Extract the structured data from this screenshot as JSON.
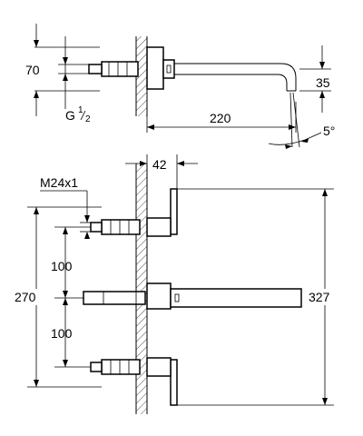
{
  "top_view": {
    "dim_height": "70",
    "dim_thread_prefix": "G",
    "dim_thread_num": "1",
    "dim_thread_den": "2",
    "dim_projection": "220",
    "dim_spout_height": "35",
    "dim_angle": "5°"
  },
  "front_view": {
    "dim_depth": "42",
    "dim_thread": "M24x1",
    "dim_upper_spacing": "100",
    "dim_lower_spacing": "100",
    "dim_total_left": "270",
    "dim_total_right": "327"
  }
}
